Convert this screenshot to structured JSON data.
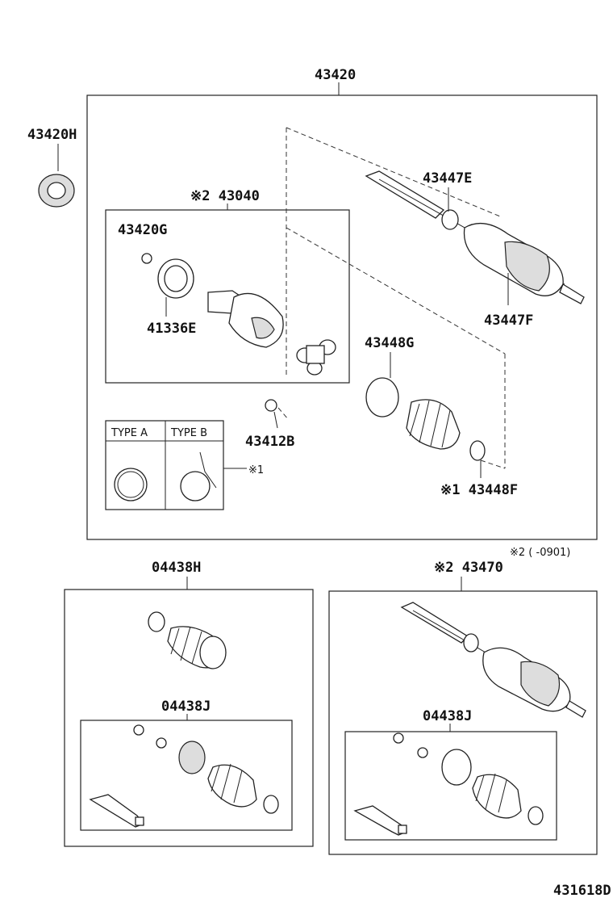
{
  "labels": {
    "main_assembly": "43420",
    "bearing": "43420H",
    "inner_joint_assy": "※2 43040",
    "snap_ring_g": "43420G",
    "bearing_e": "41336E",
    "snap_ring_b": "43412B",
    "clamp_e": "43447E",
    "clamp_f": "43447F",
    "boot_clamp_g": "43448G",
    "boot_clamp_f": "※1 43448F",
    "type_a": "TYPE  A",
    "type_b": "TYPE  B",
    "note_1": "※1",
    "note_2": "※2 (    -0901)",
    "boot_kit_h": "04438H",
    "boot_kit_j_left": "04438J",
    "shaft_assy_2": "※2 43470",
    "boot_kit_j_right": "04438J",
    "diagram_code": "431618D"
  }
}
